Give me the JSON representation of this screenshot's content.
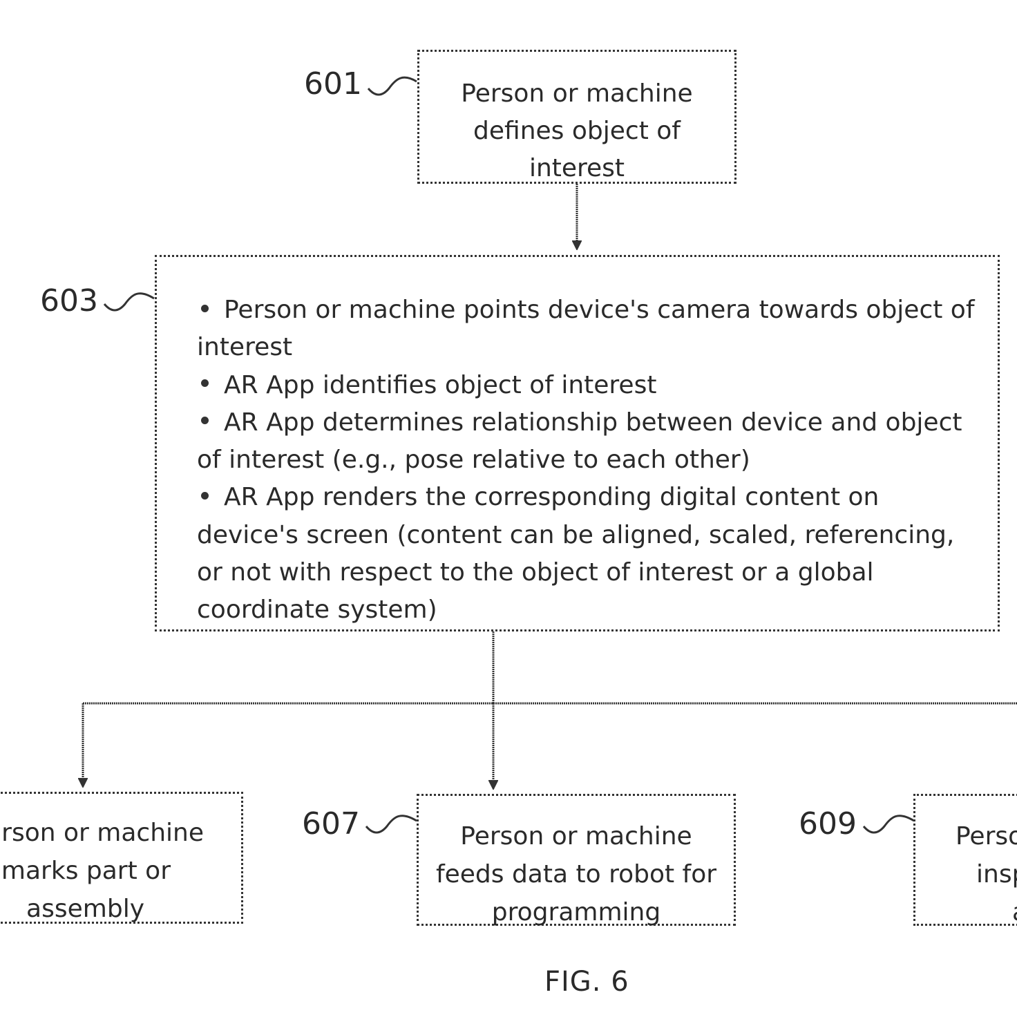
{
  "figure_label": "FIG. 6",
  "boxes": {
    "b601": {
      "ref": "601",
      "lines": [
        "Person or machine",
        "defines object of",
        "interest"
      ]
    },
    "b603": {
      "ref": "603",
      "bullets": [
        "Person or machine points device's camera towards object of interest",
        "AR App identifies object of interest",
        "AR App determines relationship between device and object of interest (e.g., pose relative to each other)",
        "AR App renders the corresponding digital content on device's screen (content can be aligned, scaled, referencing, or not with respect to the object of interest or a global coordinate system)"
      ]
    },
    "b605": {
      "lines": [
        "rson or machine",
        "marks part or",
        "assembly"
      ]
    },
    "b607": {
      "ref": "607",
      "lines": [
        "Person or machine",
        "feeds data to robot for",
        "programming"
      ]
    },
    "b609": {
      "ref": "609",
      "lines": [
        "Perso",
        "insp",
        "a"
      ]
    }
  }
}
